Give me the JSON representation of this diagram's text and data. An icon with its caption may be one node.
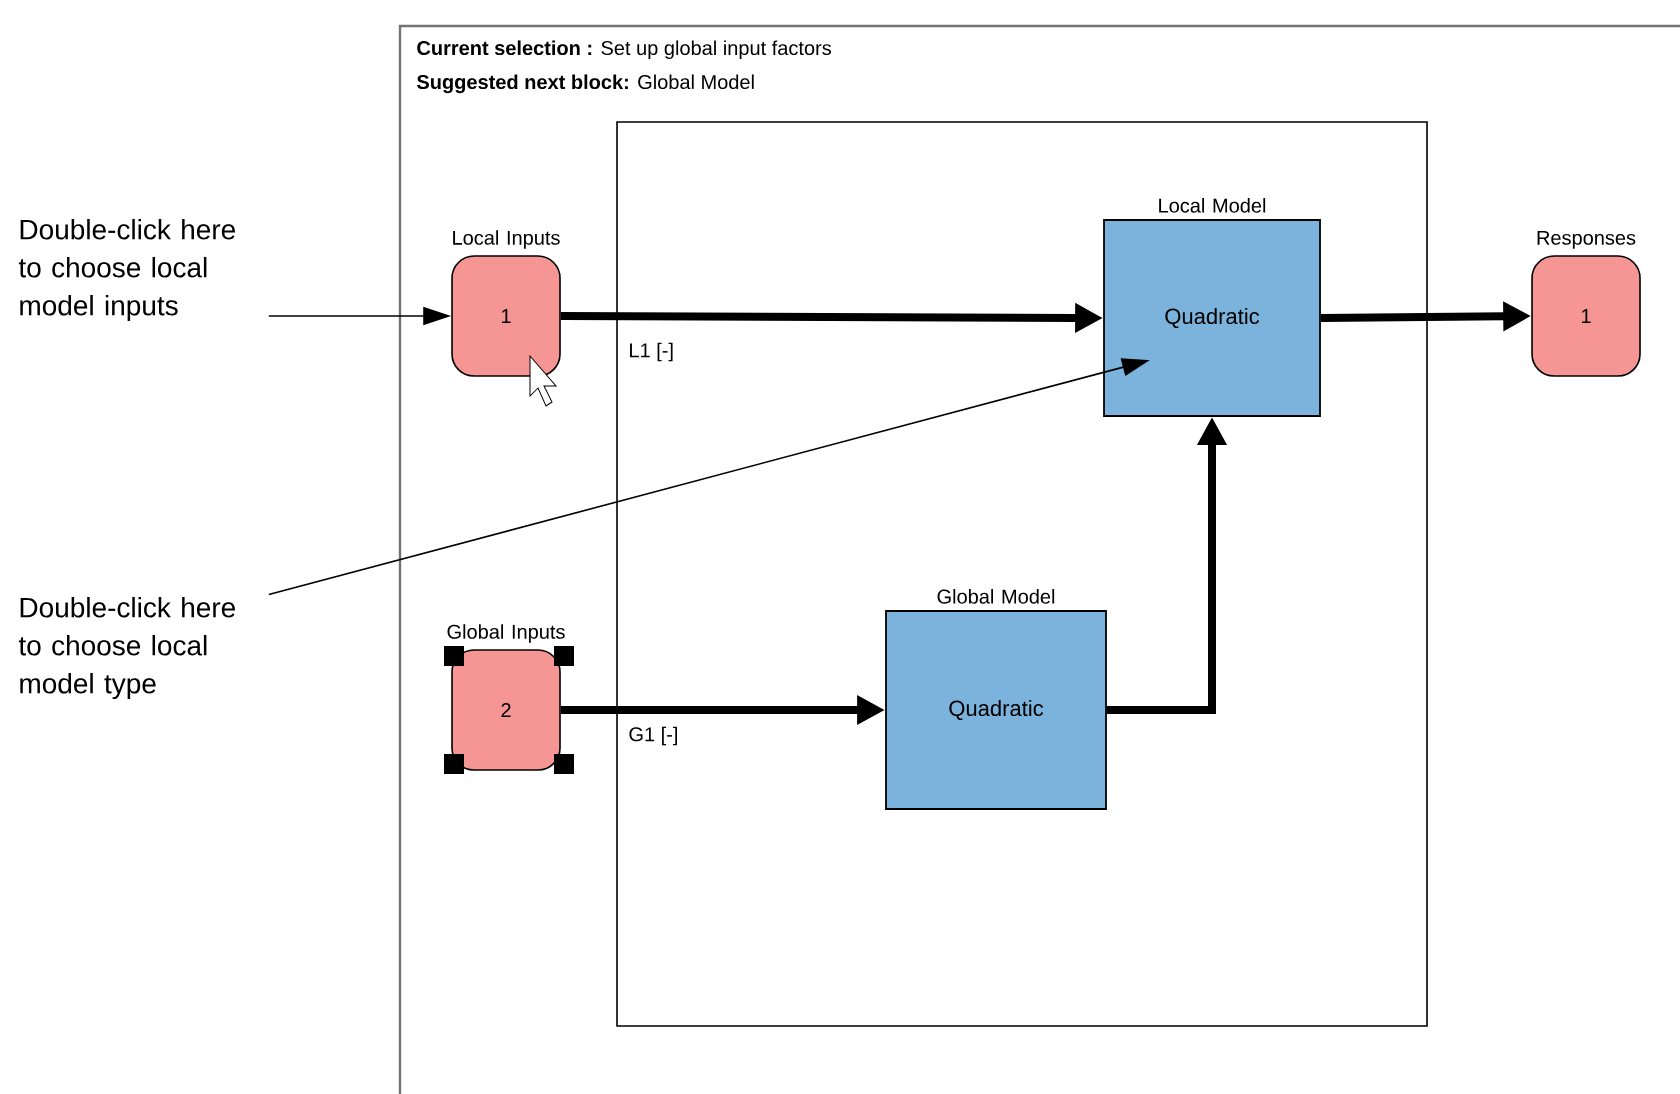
{
  "diagram": {
    "nodes": [
      {
        "text": [
          "**Current selection :** Set up global input factors",
          "**Suggested next block:** Global Model"
        ]
      },
      {
        "text": [],
        "shape": "box",
        "in": 0
      },
      {
        "text": [
          "1"
        ],
        "beside": [
          "Local Inputs"
        ],
        "in": 0
      },
      {
        "text": [
          "Quadratic"
        ],
        "beside": [
          "Local Model"
        ],
        "in": 1
      },
      {
        "text": [
          "1"
        ],
        "beside": [
          "Responses"
        ],
        "in": 0
      },
      {
        "text": [
          "2"
        ],
        "beside": [
          "Global Inputs"
        ],
        "in": 0
      },
      {
        "text": [
          "Quadratic"
        ],
        "beside": [
          "Global Model"
        ],
        "in": 1
      },
      {
        "text": [
          "Double-click here to choose local model inputs"
        ]
      },
      {
        "text": [
          "Double-click here to choose local model type"
        ]
      }
    ],
    "edges": [
      {
        "from": 2,
        "to": 3,
        "arrow": "to",
        "label": "L1 [-]"
      },
      {
        "from": 3,
        "to": 4,
        "arrow": "to"
      },
      {
        "from": 5,
        "to": 6,
        "arrow": "to",
        "label": "G1 [-]"
      },
      {
        "from": 6,
        "to": 3,
        "arrow": "to"
      },
      {
        "from": 7,
        "to": 2,
        "arrow": "to"
      },
      {
        "from": 8,
        "to": 3,
        "arrow": "to"
      }
    ]
  }
}
